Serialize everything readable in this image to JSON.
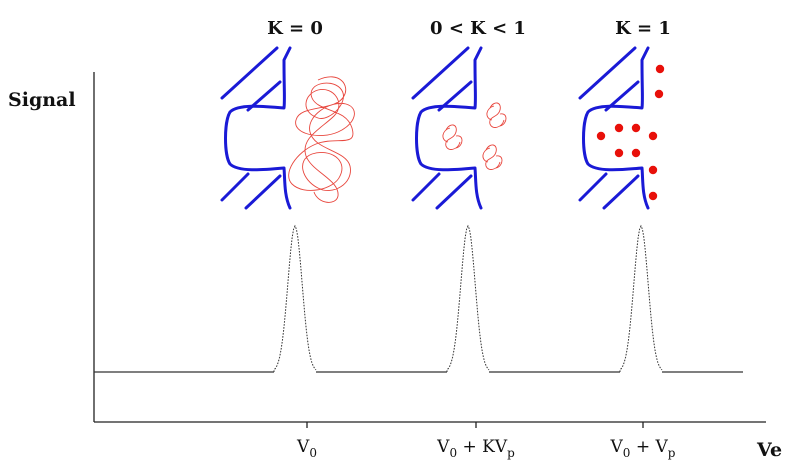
{
  "axes": {
    "y_label": "Signal",
    "x_label": "Ve"
  },
  "cases": [
    {
      "title": "K = 0",
      "peak_label_main": "V",
      "peak_label_sub": "0",
      "peak_label_tail": "",
      "peak_label_tail_sub": "",
      "peak_position": 0.0
    },
    {
      "title": "0 < K < 1",
      "peak_label_main": "V",
      "peak_label_sub": "0",
      "peak_label_tail": " + KV",
      "peak_label_tail_sub": "p",
      "peak_position": 0.5
    },
    {
      "title": "K = 1",
      "peak_label_main": "V",
      "peak_label_sub": "0",
      "peak_label_tail": " + V",
      "peak_label_tail_sub": "p",
      "peak_position": 1.0
    }
  ],
  "colors": {
    "pore": "#1a1ad6",
    "molecule": "#e8473e",
    "dot": "#e8100a",
    "axis": "#222222"
  }
}
